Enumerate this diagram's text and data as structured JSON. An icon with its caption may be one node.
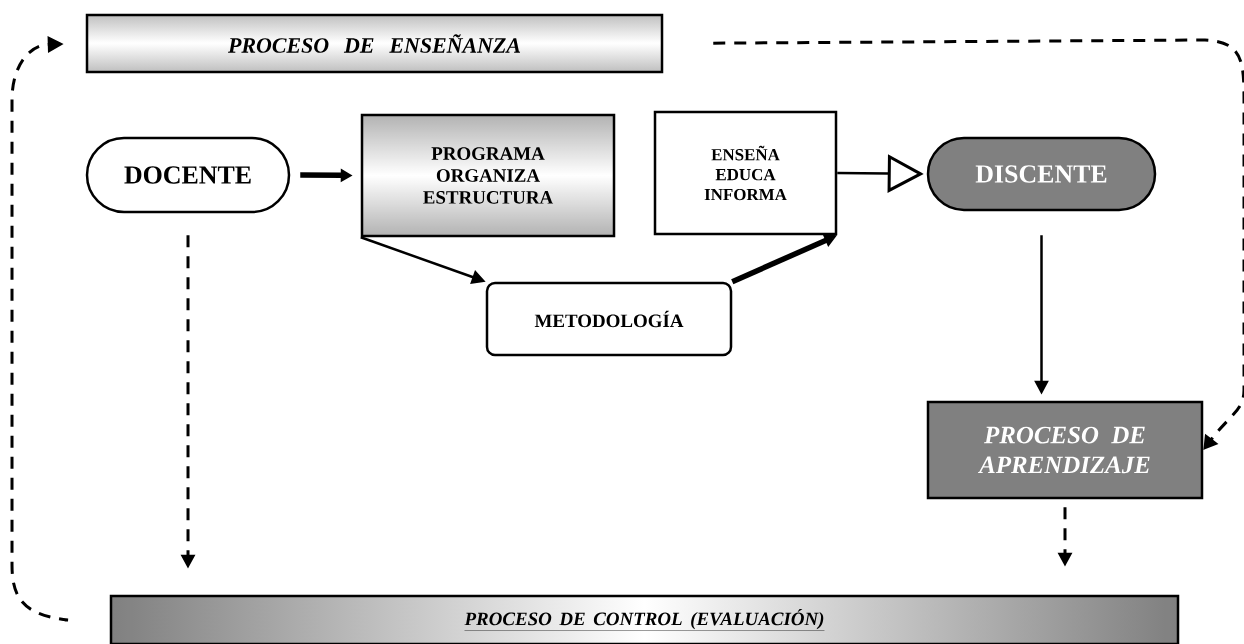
{
  "diagram": {
    "nodes": [
      {
        "text": [
          "PROCESO DE ENSEÑANZA"
        ]
      },
      {
        "text": [
          "DOCENTE"
        ]
      },
      {
        "text": [
          "PROGRAMA ORGANIZA ESTRUCTURA"
        ]
      },
      {
        "text": [
          "ENSEÑA EDUCA INFORMA"
        ]
      },
      {
        "text": [
          "DISCENTE"
        ]
      },
      {
        "text": [
          "METODOLOGÍA"
        ]
      },
      {
        "text": [
          "PROCESO DE APRENDIZAJE"
        ]
      },
      {
        "text": [
          "PROCESO DE CONTROL (EVALUACIÓN)"
        ]
      }
    ],
    "edges": [
      {
        "from": 1,
        "to": 2,
        "arrow": "to",
        "style": "thick"
      },
      {
        "from": 2,
        "to": 5,
        "arrow": "to"
      },
      {
        "from": 5,
        "to": 3,
        "arrow": "to",
        "style": "thick"
      },
      {
        "from": 3,
        "to": 4,
        "arrow": "to"
      },
      {
        "from": 4,
        "to": 6,
        "arrow": "to"
      },
      {
        "from": 6,
        "to": 7,
        "arrow": "to",
        "style": "dashed"
      },
      {
        "from": 1,
        "to": 7,
        "arrow": "to",
        "style": "dashed"
      },
      {
        "from": 0,
        "to": 6,
        "arrow": "to",
        "style": "dashed"
      },
      {
        "from": 7,
        "to": 0,
        "arrow": "to",
        "style": "dashed"
      }
    ]
  }
}
